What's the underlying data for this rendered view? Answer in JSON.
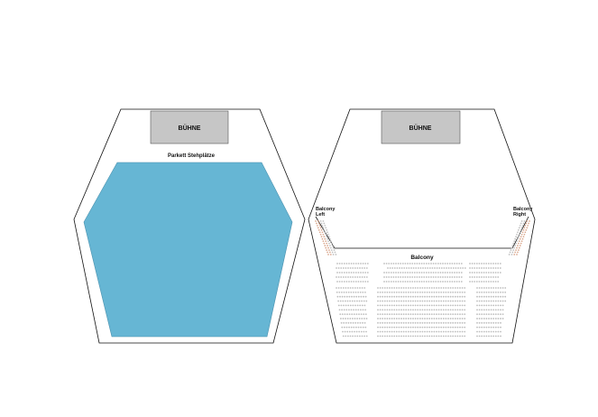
{
  "colors": {
    "stage": "#c6c6c6",
    "standing_area": "#66b6d4",
    "outline": "#111111",
    "seat": "#bdbdbd",
    "side_seat": "#d9a58a",
    "row_label": "#444444"
  },
  "left_plan": {
    "stage_label": "BÜHNE",
    "area_label": "Parkett Stehplätze"
  },
  "right_plan": {
    "stage_label": "BÜHNE",
    "balcony_left_label_1": "Balcony",
    "balcony_left_label_2": "Left",
    "balcony_right_label_1": "Balcony",
    "balcony_right_label_2": "Right",
    "balcony_label": "Balcony"
  }
}
